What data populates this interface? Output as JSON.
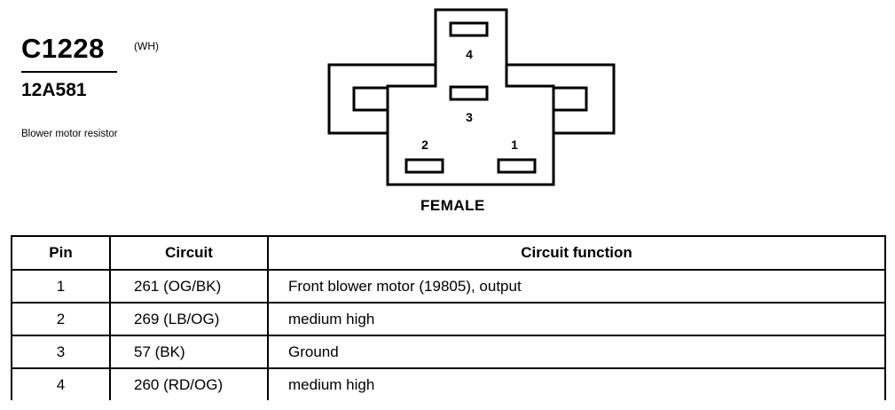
{
  "connector": {
    "id": "C1228",
    "color_code": "(WH)",
    "part_number": "12A581",
    "description": "Blower motor resistor",
    "view": "FEMALE"
  },
  "pin_labels": [
    "4",
    "3",
    "2",
    "1"
  ],
  "table": {
    "headers": {
      "pin": "Pin",
      "circuit": "Circuit",
      "function": "Circuit function"
    },
    "rows": [
      {
        "pin": "1",
        "circuit": "261 (OG/BK)",
        "function": "Front blower motor (19805), output"
      },
      {
        "pin": "2",
        "circuit": "269 (LB/OG)",
        "function": "medium high"
      },
      {
        "pin": "3",
        "circuit": "57 (BK)",
        "function": "Ground"
      },
      {
        "pin": "4",
        "circuit": "260 (RD/OG)",
        "function": "medium high"
      }
    ]
  }
}
